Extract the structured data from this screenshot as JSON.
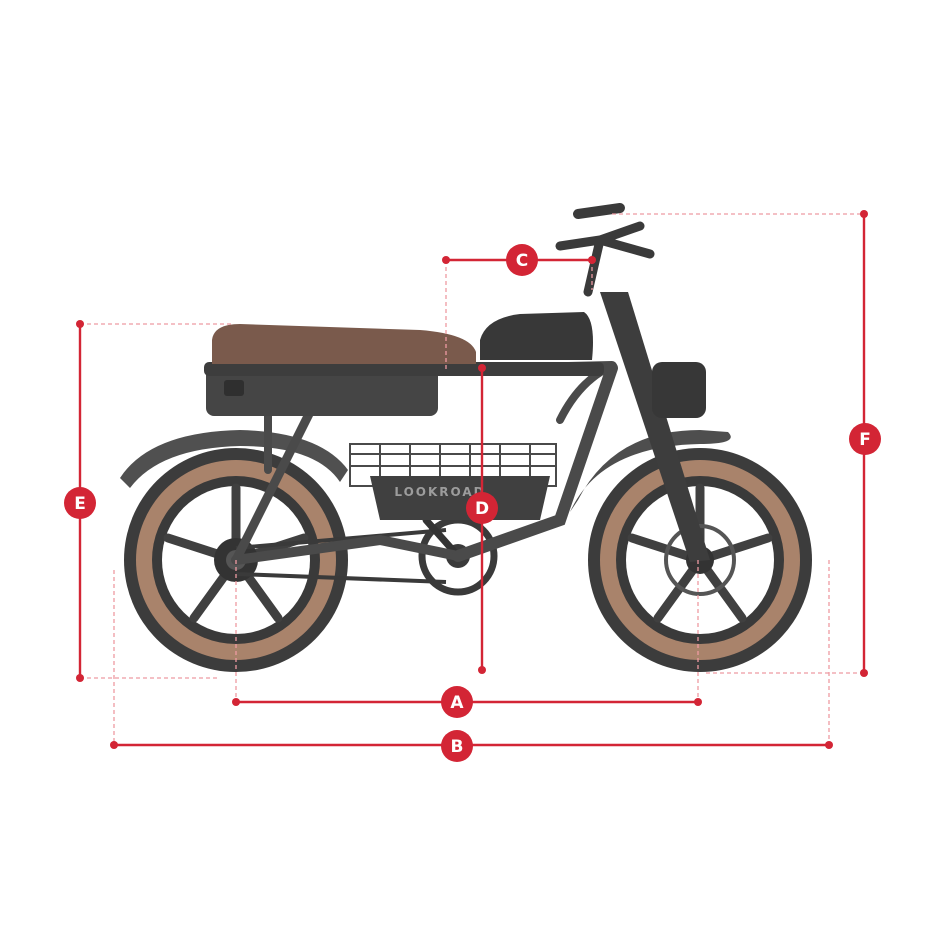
{
  "brand": {
    "text": "LOOKROAD"
  },
  "dimensions": {
    "A": "A",
    "B": "B",
    "C": "C",
    "D": "D",
    "E": "E",
    "F": "F"
  },
  "colors": {
    "accent": "#d32535",
    "guide": "#ee9aa2",
    "tire": "#a9836b",
    "seat": "#7a5a4c",
    "frame": "#4a4a4a"
  }
}
